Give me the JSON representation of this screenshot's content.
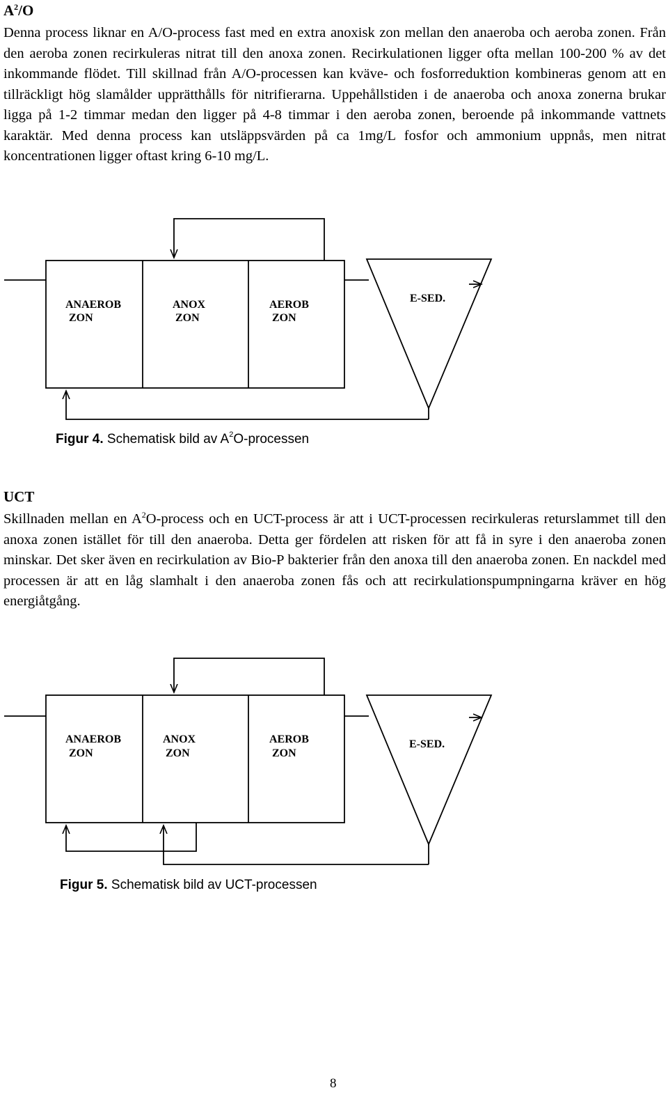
{
  "section1": {
    "heading_pre": "A",
    "heading_sup": "2",
    "heading_post": "/O",
    "paragraph": "Denna process liknar en A/O-process fast med en extra anoxisk zon mellan den anaeroba och aeroba zonen. Från den aeroba zonen recirkuleras nitrat till den anoxa zonen. Recirkulationen ligger ofta mellan 100-200 % av det inkommande flödet. Till skillnad från A/O-processen kan kväve- och fosforreduktion kombineras genom att en tillräckligt hög slamålder upprätthålls för nitrifierarna. Uppehållstiden i de anaeroba och anoxa zonerna brukar ligga på 1-2 timmar medan den ligger på 4-8 timmar i den aeroba zonen, beroende på inkommande vattnets karaktär. Med denna process kan utsläppsvärden på ca 1mg/L fosfor och ammonium uppnås, men nitrat koncentrationen ligger oftast kring 6-10 mg/L."
  },
  "figure4": {
    "zones": [
      {
        "line1": "ANAEROB",
        "line2": "ZON"
      },
      {
        "line1": "ANOX",
        "line2": "ZON"
      },
      {
        "line1": "AEROB",
        "line2": "ZON"
      }
    ],
    "settler": "E-SED.",
    "caption_label": "Figur 4.",
    "caption_pre": " Schematisk bild av A",
    "caption_sup": "2",
    "caption_post": "O-processen"
  },
  "section2": {
    "heading": "UCT",
    "para_pre": "Skillnaden mellan en A",
    "para_sup": "2",
    "para_post": "O-process och en UCT-process är att i UCT-processen recirkuleras returslammet till den anoxa zonen istället för till den anaeroba. Detta ger fördelen att risken för att få in syre i den anaeroba zonen minskar. Det sker även en recirkulation av Bio-P bakterier från den anoxa till den anaeroba zonen. En nackdel med processen är att en låg slamhalt i den anaeroba zonen fås och att recirkulationspumpningarna kräver en hög energiåtgång."
  },
  "figure5": {
    "zones": [
      {
        "line1": "ANAEROB",
        "line2": "ZON"
      },
      {
        "line1": "ANOX",
        "line2": "ZON"
      },
      {
        "line1": "AEROB",
        "line2": "ZON"
      }
    ],
    "settler": "E-SED.",
    "caption_label": "Figur 5.",
    "caption_text": " Schematisk bild av UCT-processen"
  },
  "page_number": "8"
}
